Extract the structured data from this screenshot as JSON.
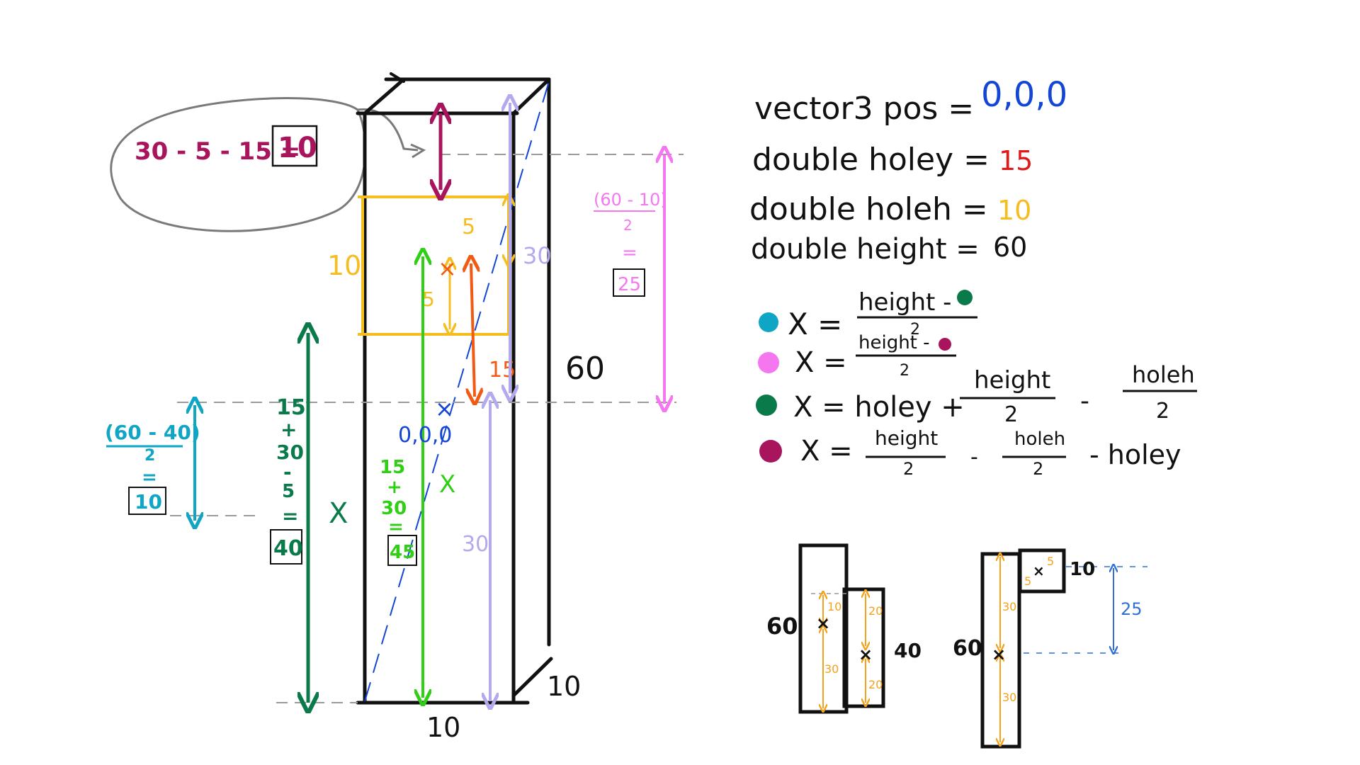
{
  "colors": {
    "ink": "#111111",
    "crimson": "#a8155c",
    "yellow": "#f5bd1f",
    "orange": "#f25a14",
    "lavender": "#b3aaee",
    "pink": "#f577f0",
    "teal": "#0fa5c4",
    "dark_green": "#0b7a4a",
    "light_green": "#30cf16",
    "blue": "#1446d6",
    "red": "#e01a1a",
    "gray": "#7a7a7a",
    "small_orange": "#f5a21a",
    "small_blue": "#2f6fd6"
  },
  "callout": {
    "expr": "30 - 5 - 15 =",
    "result": "10"
  },
  "box": {
    "label_height": "60",
    "label_width": "10",
    "label_depth": "10",
    "hole_label": "10",
    "five_top": "5",
    "five_bottom": "5",
    "fifteen": "15",
    "thirty_upper": "30",
    "thirty_lower": "30",
    "origin_label": "0,0,0",
    "x_green": "X",
    "x_dark": "X"
  },
  "pink_note": {
    "num": "(60 - 10)",
    "den": "2",
    "eq": "=",
    "result": "25"
  },
  "teal_note": {
    "num": "(60 - 40)",
    "den": "2",
    "eq": "=",
    "result": "10"
  },
  "dark_green_note": {
    "l1": "15",
    "l2": "+",
    "l3": "30",
    "l4": "-",
    "l5": "5",
    "l6": "=",
    "result": "40"
  },
  "light_green_note": {
    "l1": "15",
    "l2": "+",
    "l3": "30",
    "l4": "=",
    "result": "45"
  },
  "variables": [
    {
      "decl": "vector3  pos  =",
      "value": "0,0,0",
      "color": "#1446d6"
    },
    {
      "decl": "double  holey  =",
      "value": "15",
      "color": "#e01a1a"
    },
    {
      "decl": "double  holeh  =",
      "value": "10",
      "color": "#f5bd1f"
    },
    {
      "decl": "double  height  =",
      "value": "60",
      "color": "#111111"
    }
  ],
  "formulas": {
    "f1": {
      "dot": "#0fa5c4",
      "lhs": "X =",
      "num": "height -",
      "num_dot": "#0b7a4a",
      "den": "2"
    },
    "f2": {
      "dot": "#f577f0",
      "lhs": "X =",
      "num": "height -",
      "num_dot": "#a8155c",
      "den": "2"
    },
    "f3": {
      "dot": "#0b7a4a",
      "lhs": "X = holey +",
      "frac1_num": "height",
      "frac1_den": "2",
      "minus": "-",
      "frac2_num": "holeh",
      "frac2_den": "2"
    },
    "f4": {
      "dot": "#a8155c",
      "lhs": "X =",
      "frac1_num": "height",
      "frac1_den": "2",
      "minus": "-",
      "frac2_num": "holeh",
      "frac2_den": "2",
      "tail": "- holey"
    }
  },
  "mini_left": {
    "big_label": "60",
    "small_label": "40",
    "ten": "10",
    "twenty_top": "20",
    "thirty": "30",
    "twenty_bottom": "20"
  },
  "mini_right": {
    "big_label": "60",
    "small_label": "10",
    "five_a": "5",
    "five_b": "5",
    "thirty_top": "30",
    "thirty_bottom": "30",
    "twentyfive": "25"
  }
}
